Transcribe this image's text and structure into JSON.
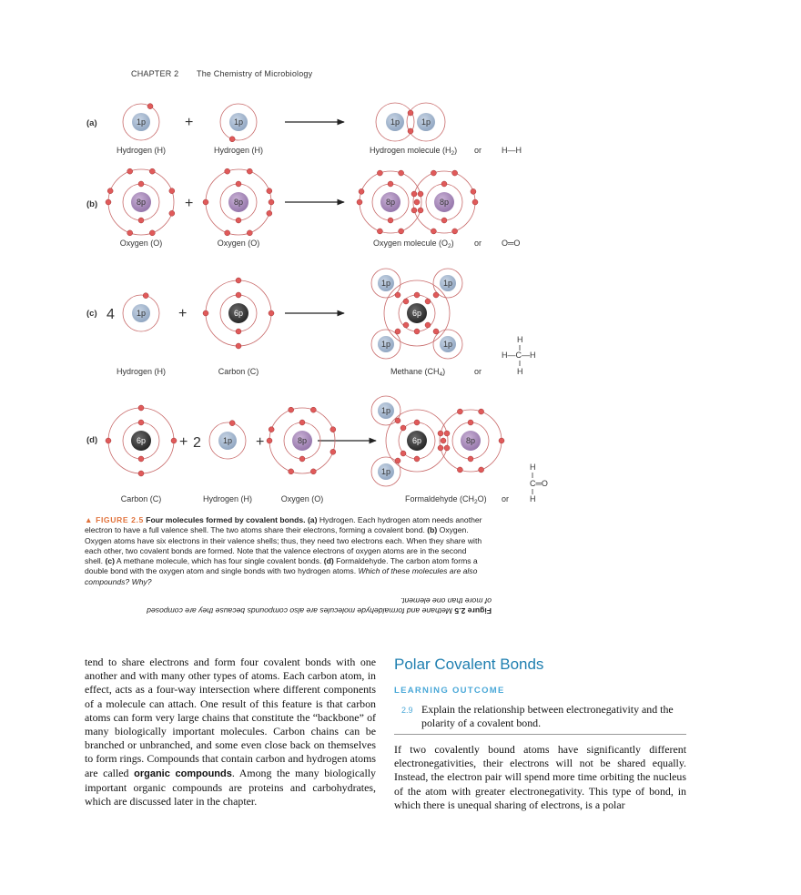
{
  "header": {
    "chapter": "CHAPTER 2",
    "title": "The Chemistry of Microbiology"
  },
  "figure": {
    "rows": [
      {
        "letter": "(a)",
        "labels": [
          "Hydrogen (H)",
          "Hydrogen (H)",
          "Hydrogen molecule (H",
          "2",
          ")",
          "or",
          "H—H"
        ]
      },
      {
        "letter": "(b)",
        "labels": [
          "Oxygen (O)",
          "Oxygen (O)",
          "Oxygen molecule (O",
          "2",
          ")",
          "or",
          "O═O"
        ]
      },
      {
        "letter": "(c)",
        "labels": [
          "Hydrogen (H)",
          "Carbon (C)",
          "Methane (CH",
          "4",
          ")",
          "or"
        ]
      },
      {
        "letter": "(d)",
        "labels": [
          "Carbon (C)",
          "Hydrogen (H)",
          "Oxygen (O)",
          "Formaldehyde (CH",
          "2",
          "O)",
          "or"
        ]
      }
    ],
    "coef_c": "4",
    "coef_d": "2",
    "plus": "+",
    "nuclei": {
      "h": "1p",
      "o": "8p",
      "c": "6p"
    },
    "methane_struct": {
      "top": "H",
      "left": "H—C—H",
      "bottom": "H"
    },
    "formaldehyde_struct": {
      "top": "H",
      "mid": "C═O",
      "bottom": "H"
    },
    "colors": {
      "nucleus_h": "#9fb3cc",
      "nucleus_o": "#a585b8",
      "nucleus_c": "#3a3a3a",
      "electron": "#e05a5a",
      "shell": "#c86a6a"
    }
  },
  "caption": {
    "label": "▲ FIGURE 2.5",
    "heading": "Four molecules formed by covalent bonds.",
    "a_tag": "(a)",
    "a_text": "Hydrogen. Each hydrogen atom needs another electron to have a full valence shell. The two atoms share their electrons, forming a covalent bond.",
    "b_tag": "(b)",
    "b_text": "Oxygen. Oxygen atoms have six electrons in their valence shells; thus, they need two electrons each. When they share with each other, two covalent bonds are formed. Note that the valence electrons of oxygen atoms are in the second shell.",
    "c_tag": "(c)",
    "c_text": "A methane molecule, which has four single covalent bonds.",
    "d_tag": "(d)",
    "d_text": "Formaldehyde. The carbon atom forms a double bond with the oxygen atom and single bonds with two hydrogen atoms.",
    "question": "Which of these molecules are also compounds? Why?"
  },
  "answer": {
    "label": "Figure 2.5",
    "text": "Methane and formaldehyde molecules are also compounds because they are composed of more than one element."
  },
  "left_column": {
    "pre": "tend to share electrons and form four covalent bonds with one another and with many other types of atoms. Each carbon atom, in effect, acts as a four-way intersection where different components of a molecule can attach. One result of this feature is that carbon atoms can form very large chains that constitute the “backbone” of many biologically important molecules. Carbon chains can be branched or unbranched, and some even close back on themselves to form rings. Compounds that contain carbon and hydrogen atoms are called ",
    "term": "organic compounds",
    "post": ". Among the many biologically important organic compounds are proteins and carbohydrates, which are discussed later in the chapter."
  },
  "right_column": {
    "title": "Polar Covalent Bonds",
    "lo_heading": "LEARNING OUTCOME",
    "lo_number": "2.9",
    "lo_text": "Explain the relationship between electronegativity and the polarity of a covalent bond.",
    "body": "If two covalently bound atoms have significantly different electronegativities, their electrons will not be shared equally. Instead, the electron pair will spend more time orbiting the nucleus of the atom with greater electronegativity. This type of bond, in which there is unequal sharing of electrons, is a polar"
  }
}
